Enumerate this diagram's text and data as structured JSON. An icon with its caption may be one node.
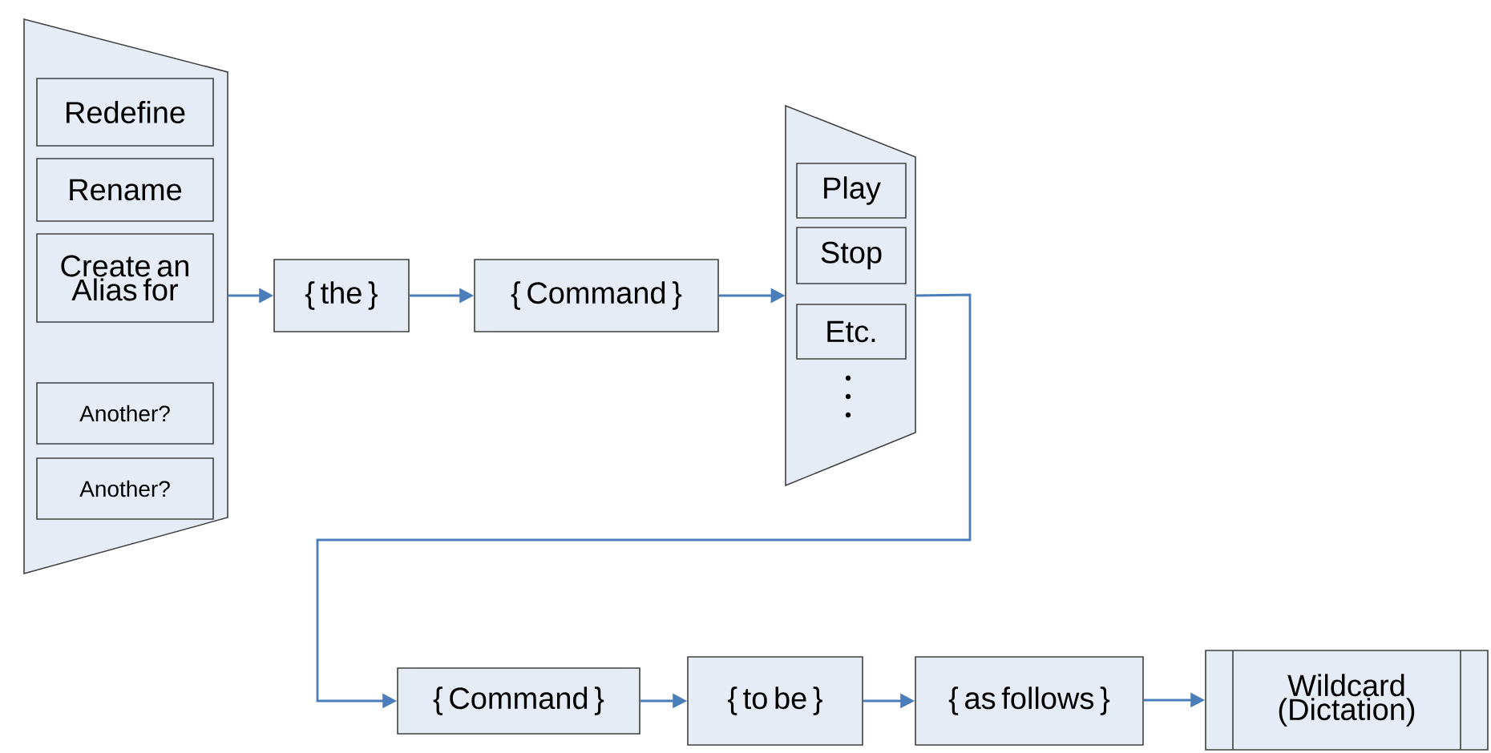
{
  "diagram": {
    "nodes": [
      {
        "text": [],
        "shape": "trapezoid"
      },
      {
        "text": [
          "Redefine"
        ],
        "in": 0
      },
      {
        "text": [
          "Rename"
        ],
        "in": 0
      },
      {
        "text": [
          "Create an Alias for"
        ],
        "in": 0
      },
      {
        "text": [
          "Another?"
        ],
        "in": 0
      },
      {
        "text": [
          "Another?"
        ],
        "in": 0
      },
      {
        "text": [
          "{ the }"
        ]
      },
      {
        "text": [
          "{ Command }"
        ]
      },
      {
        "text": [],
        "shape": "trapezoid"
      },
      {
        "text": [
          "Play"
        ],
        "in": 8
      },
      {
        "text": [
          "Stop"
        ],
        "in": 8
      },
      {
        "text": [
          "Etc."
        ],
        "in": 8
      },
      {
        "text": [
          "{ Command }"
        ]
      },
      {
        "text": [
          "{ to be }"
        ]
      },
      {
        "text": [
          "{ as follows }"
        ]
      },
      {
        "text": [
          "Wildcard (Dictation)"
        ]
      }
    ],
    "edges": [
      {
        "from": 0,
        "to": 6,
        "arrow": "to"
      },
      {
        "from": 6,
        "to": 7,
        "arrow": "to"
      },
      {
        "from": 7,
        "to": 8,
        "arrow": "to"
      },
      {
        "from": 8,
        "to": 12,
        "arrow": "to"
      },
      {
        "from": 12,
        "to": 13,
        "arrow": "to"
      },
      {
        "from": 13,
        "to": 14,
        "arrow": "to"
      },
      {
        "from": 14,
        "to": 15,
        "arrow": "to"
      }
    ]
  }
}
